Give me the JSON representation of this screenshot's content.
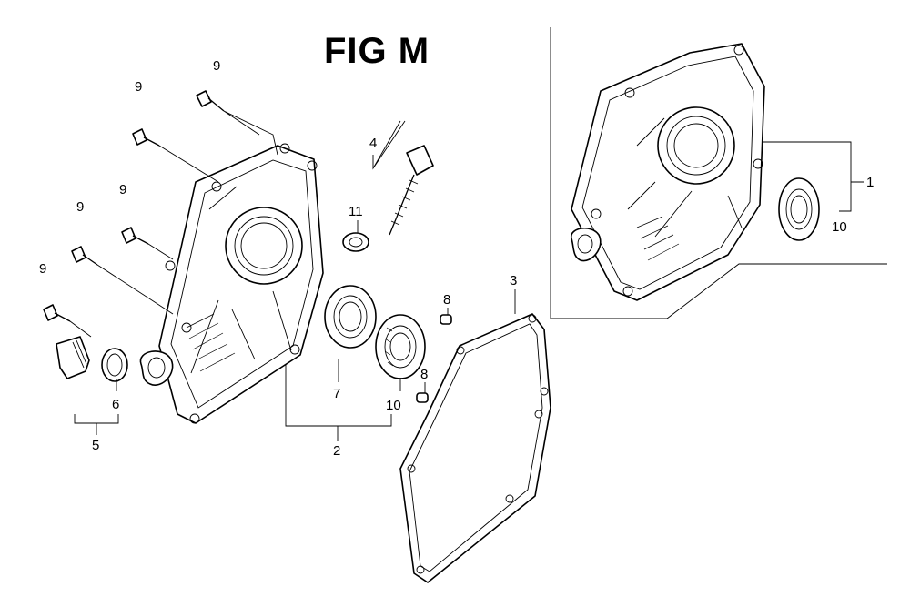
{
  "title": "FIG M",
  "callouts": {
    "c9a": "9",
    "c9b": "9",
    "c9c": "9",
    "c9d": "9",
    "c9e": "9",
    "c4": "4",
    "c11": "11",
    "c3": "3",
    "c8a": "8",
    "c8b": "8",
    "c7": "7",
    "c10a": "10",
    "c2": "2",
    "c6": "6",
    "c5": "5",
    "c1": "1",
    "c10b": "10"
  }
}
